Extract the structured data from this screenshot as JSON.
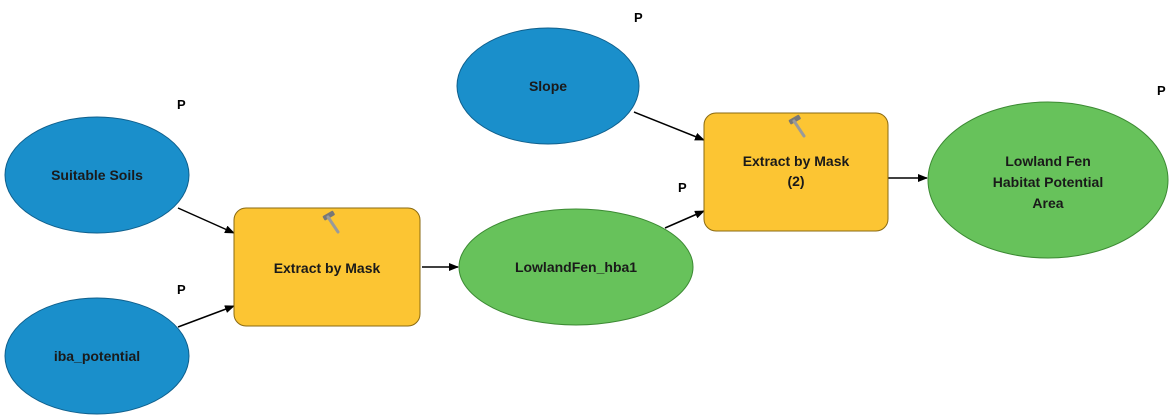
{
  "colors": {
    "input_fill": "#1a8fcb",
    "input_stroke": "#0f5f8c",
    "tool_fill": "#fcc533",
    "tool_stroke": "#8a6a12",
    "output_fill": "#67c25b",
    "output_stroke": "#3c8a33",
    "connector": "#000000"
  },
  "nodes": {
    "slope": {
      "label": "Slope",
      "param": "P"
    },
    "suitable_soils": {
      "label": "Suitable Soils",
      "param": "P"
    },
    "iba_potential": {
      "label": "iba_potential",
      "param": "P"
    },
    "extract_mask_1": {
      "label": "Extract by Mask",
      "icon": "hammer-icon"
    },
    "extract_mask_2": {
      "line1": "Extract by Mask",
      "line2": "(2)",
      "icon": "hammer-icon"
    },
    "lowlandfen_hba1": {
      "label": "LowlandFen_hba1",
      "param": "P"
    },
    "habitat_output": {
      "line1": "Lowland Fen",
      "line2": "Habitat Potential",
      "line3": "Area",
      "param": "P"
    }
  }
}
